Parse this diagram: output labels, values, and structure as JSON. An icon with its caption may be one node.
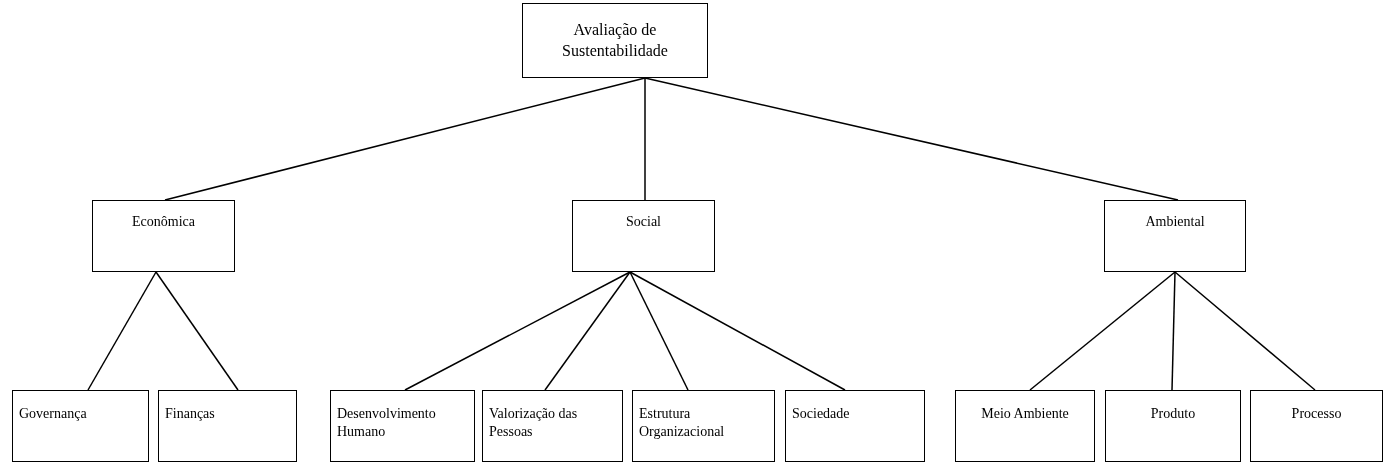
{
  "diagram": {
    "nodes": [
      {
        "text": [
          "Avaliação de Sustentabilidade"
        ]
      },
      {
        "text": [
          "Econômica"
        ]
      },
      {
        "text": [
          "Social"
        ]
      },
      {
        "text": [
          "Ambiental"
        ]
      },
      {
        "text": [
          "Governança"
        ]
      },
      {
        "text": [
          "Finanças"
        ]
      },
      {
        "text": [
          "Desenvolvimento Humano"
        ]
      },
      {
        "text": [
          "Valorização das Pessoas"
        ]
      },
      {
        "text": [
          "Estrutura Organizacional"
        ]
      },
      {
        "text": [
          "Sociedade"
        ]
      },
      {
        "text": [
          "Meio Ambiente"
        ]
      },
      {
        "text": [
          "Produto"
        ]
      },
      {
        "text": [
          "Processo"
        ]
      }
    ],
    "edges": [
      {
        "from": 0,
        "to": 1,
        "arrow": "none"
      },
      {
        "from": 0,
        "to": 2,
        "arrow": "none"
      },
      {
        "from": 0,
        "to": 3,
        "arrow": "none"
      },
      {
        "from": 1,
        "to": 4,
        "arrow": "none"
      },
      {
        "from": 1,
        "to": 5,
        "arrow": "none"
      },
      {
        "from": 2,
        "to": 6,
        "arrow": "none"
      },
      {
        "from": 2,
        "to": 7,
        "arrow": "none"
      },
      {
        "from": 2,
        "to": 8,
        "arrow": "none"
      },
      {
        "from": 2,
        "to": 9,
        "arrow": "none"
      },
      {
        "from": 3,
        "to": 10,
        "arrow": "none"
      },
      {
        "from": 3,
        "to": 11,
        "arrow": "none"
      },
      {
        "from": 3,
        "to": 12,
        "arrow": "none"
      }
    ]
  }
}
